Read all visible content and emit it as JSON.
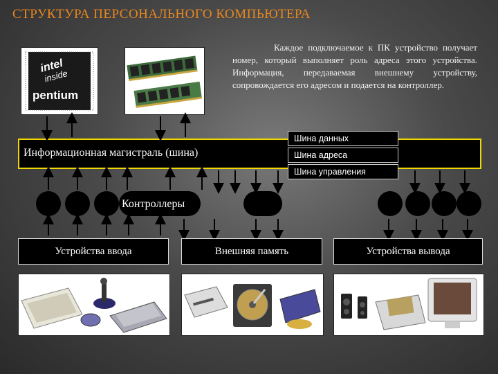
{
  "title": "СТРУКТУРА ПЕРСОНАЛЬНОГО КОМПЬЮТЕРА",
  "description": "Каждое подключаемое к ПК устройство получает номер, который выполняет роль адреса этого устройства. Информация, передаваемая внешнему устройству, сопровождается его адресом и подается на контроллер.",
  "images": {
    "cpu": {
      "icon": "cpu-chip-icon",
      "logo_text": [
        "intel",
        "inside",
        "pentium"
      ]
    },
    "ram": {
      "icon": "ram-modules-icon"
    },
    "input_devices": {
      "icons": [
        "keyboard-icon",
        "joystick-icon",
        "mouse-icon",
        "scanner-icon"
      ]
    },
    "storage_devices": {
      "icons": [
        "disk-drive-icon",
        "hard-disk-icon",
        "cd-drive-icon"
      ]
    },
    "output_devices": {
      "icons": [
        "speakers-icon",
        "printer-icon",
        "monitor-icon"
      ]
    }
  },
  "bus": {
    "label": "Информационная магистраль (шина)",
    "sub_buses": [
      "Шина данных",
      "Шина адреса",
      "Шина управления"
    ]
  },
  "controllers_label": "Контроллеры",
  "devices": {
    "input": "Устройства ввода",
    "memory": "Внешняя память",
    "output": "Устройства вывода"
  },
  "colors": {
    "title": "#e8871e",
    "bus_border": "#f0d800",
    "background": "#4a4a4a"
  }
}
